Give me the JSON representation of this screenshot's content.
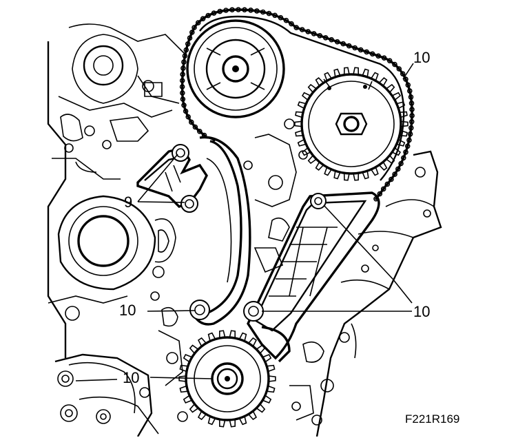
{
  "diagram": {
    "callouts": {
      "label_10_top_right": "10",
      "label_9_left": "9",
      "label_10_middle_left": "10",
      "label_10_bottom_left": "10",
      "label_10_right": "10"
    },
    "figure_reference": "F221R169"
  },
  "colors": {
    "ink": "#000000",
    "paper": "#ffffff"
  },
  "icons": [
    "timing-chain",
    "camshaft-sprocket",
    "crankshaft-sprocket",
    "chain-tensioner-rail",
    "chain-guide-rail",
    "pivot-bolt"
  ]
}
